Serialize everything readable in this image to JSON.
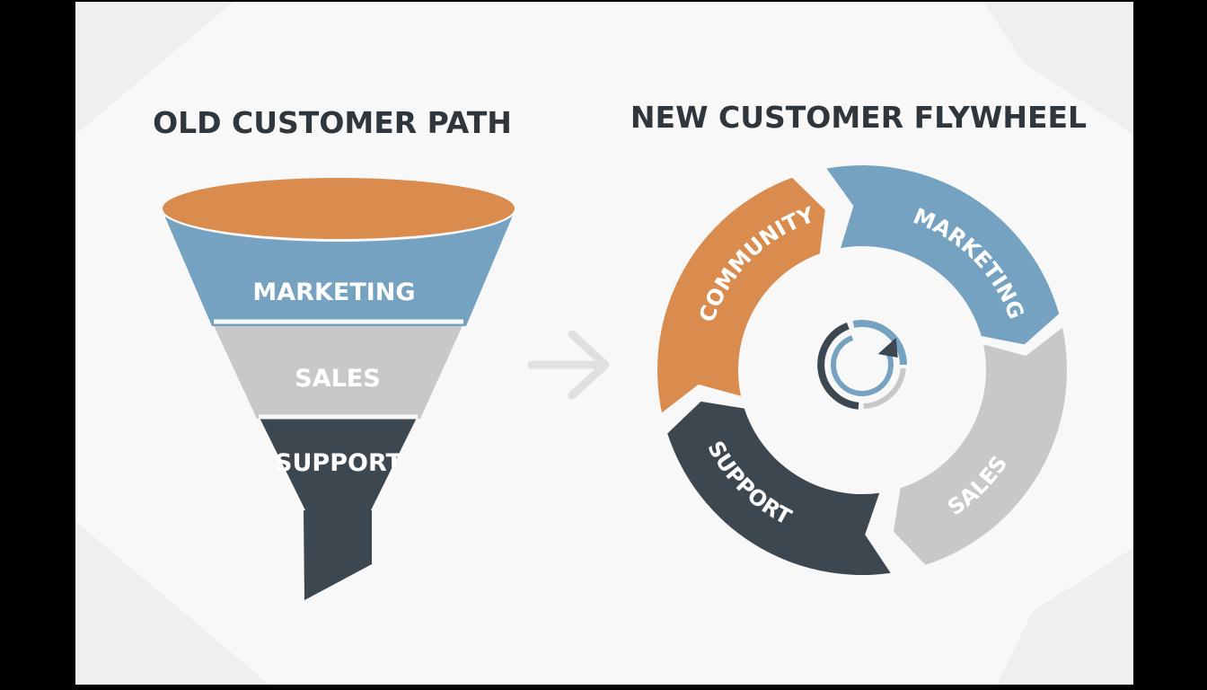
{
  "colors": {
    "frame": "#000000",
    "panel": "#f8f8f8",
    "orange": "#d98c4e",
    "blue": "#76a2c1",
    "gray": "#c8c8c8",
    "dark": "#3c4750",
    "heading": "#2f363c",
    "arrow": "#e0e0e0"
  },
  "funnel": {
    "title": "OLD CUSTOMER PATH",
    "stages": [
      {
        "label": "MARKETING"
      },
      {
        "label": "SALES"
      },
      {
        "label": "SUPPORT"
      }
    ]
  },
  "flywheel": {
    "title": "NEW CUSTOMER FLYWHEEL",
    "segments": [
      {
        "label": "COMMUNITY"
      },
      {
        "label": "MARKETING"
      },
      {
        "label": "SALES"
      },
      {
        "label": "SUPPORT"
      }
    ],
    "center_icon": "refresh-cycle-icon"
  },
  "transition_icon": "arrow-right-icon"
}
